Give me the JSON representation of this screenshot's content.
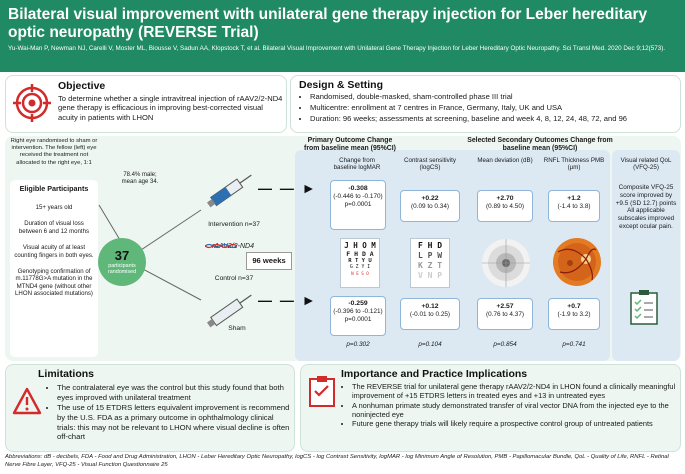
{
  "header": {
    "title": "Bilateral visual improvement with unilateral gene therapy injection for Leber hereditary optic neuropathy (REVERSE Trial)",
    "citation": "Yu-Wai-Man P, Newman NJ, Carelli V, Moster ML, Biousse V, Sadun AA, Klopstock T, et al. Bilateral Visual Improvement with Unilateral Gene Therapy Injection for Leber Hereditary Optic Neuropathy. Sci Transl Med. 2020 Dec 9;12(573)."
  },
  "objective": {
    "heading": "Objective",
    "text": "To determine whether a single intravitreal injection of rAAV2/2-ND4 gene therapy is efficacious in improving best-corrected visual acuity in patients with LHON"
  },
  "design": {
    "heading": "Design & Setting",
    "bullets": [
      "Randomised, double-masked, sham-controlled phase III trial",
      "Multicentre: enrollment at 7 centres in France, Germany, Italy, UK and USA",
      "Duration: 96 weeks; assessments at screening, baseline and week 4, 8, 12, 24, 48, 72, and 96"
    ]
  },
  "left_panel": {
    "randomised_note": "Right eye randomised to sham or intervention. The fellow (left) eye received the treatment not allocated to the right eye, 1:1",
    "eligible_heading": "Eligible Participants",
    "criteria": [
      "15+ years old",
      "Duration of visual loss between 6 and 12 months",
      "Visual acuity of at least counting fingers in both eyes.",
      "Genotyping confirmation of m.11778G>A mutation in the MTND4 gene (without other LHON associated mutations)"
    ],
    "demographics": "78.4% male; mean age 34.",
    "participants_count": "37",
    "participants_label": "participants randomised"
  },
  "arms": {
    "intervention": "Intervention n=37",
    "control": "Control n=37",
    "drug": "rAAV2/2-ND4",
    "sham": "Sham",
    "duration": "96 weeks"
  },
  "outcomes": {
    "primary_heading": "Primary Outcome Change from baseline mean (95%CI)",
    "secondary_heading": "Selected Secondary Outcomes Change from baseline mean (95%CI)",
    "columns": [
      {
        "label": "Change from baseline logMAR",
        "int_value": "-0.308",
        "int_ci": "(-0.446 to -0.170) p=0.0001",
        "ctl_value": "-0.259",
        "ctl_ci": "(-0.396 to -0.121) p=0.0001",
        "p": "p=0.302"
      },
      {
        "label": "Contrast sensitivity (logCS)",
        "int_value": "+0.22",
        "int_ci": "(0.09 to 0.34)",
        "ctl_value": "+0.12",
        "ctl_ci": "(-0.01 to 0.25)",
        "p": "p=0.104"
      },
      {
        "label": "Mean deviation (dB)",
        "int_value": "+2.70",
        "int_ci": "(0.89 to 4.50)",
        "ctl_value": "+2.57",
        "ctl_ci": "(0.76 to 4.37)",
        "p": "p=0.854"
      },
      {
        "label": "RNFL Thickness PMB (µm)",
        "int_value": "+1.2",
        "int_ci": "(-1.4 to 3.8)",
        "ctl_value": "+0.7",
        "ctl_ci": "(-1.9 to 3.2)",
        "p": "p=0.741"
      }
    ],
    "qol_label": "Visual related QoL (VFQ-25)",
    "qol_text": "Composite VFQ-25 score improved by +9.5 (SD 12.7) points All applicable subscales improved except ocular pain."
  },
  "eye_chart_lines": [
    "J H O M",
    "F H D A",
    "R T Y U",
    "G Z Y I",
    "N E S O"
  ],
  "contrast_chart_lines": [
    "F H D",
    "L P W",
    "K Z T",
    "V N P"
  ],
  "limitations": {
    "heading": "Limitations",
    "bullets": [
      "The contralateral eye was the control but this study found that both eyes improved with unilateral treatment",
      "The use of 15 ETDRS letters equivalent improvement is recommend by the U.S. FDA as a primary outcome in ophthalmology clinical trials: this may not be relevant to LHON where visual decline is often off-chart"
    ]
  },
  "implications": {
    "heading": "Importance and Practice Implications",
    "bullets": [
      "The REVERSE trial for unilateral gene therapy rAAV2/2-ND4 in LHON found a clinically meaningful improvement of +15 ETDRS letters in treated eyes and +13 in untreated eyes",
      "A nonhuman primate study demonstrated transfer of viral vector DNA from the injected eye to the noninjected eye",
      "Future gene therapy trials will likely require a prospective control group of untreated patients"
    ]
  },
  "abbreviations": "Abbreviations: dB - decibels, FDA - Food and Drug Administration, LHON - Leber Hereditary Optic Neuropathy, logCS - log Contrast Sensitivity, logMAR - log Minimum Angle of Resolution, PMB - Papillomacular Bundle, QoL - Quality of Life, RNFL - Retinal Nerve Fibre Layer, VFQ-25 - Visual Function Questionnaire 25",
  "colors": {
    "header": "#1f8a64",
    "light_green": "#eef6f1",
    "accent_red": "#d32b2b",
    "teal_circle": "#5fb87a",
    "blue_panel": "#dce9f3"
  }
}
